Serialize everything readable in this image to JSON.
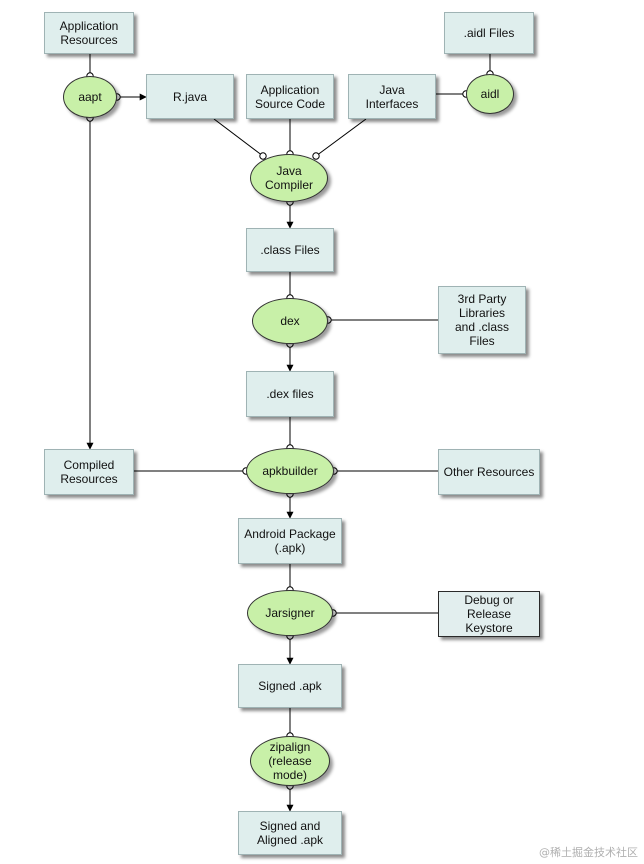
{
  "diagram": {
    "nodes": {
      "app_resources": "Application\nResources",
      "aapt": "aapt",
      "r_java": "R.java",
      "app_source": "Application\nSource Code",
      "java_interfaces": "Java\nInterfaces",
      "aidl_files": ".aidl Files",
      "aidl": "aidl",
      "java_compiler": "Java\nCompiler",
      "class_files": ".class Files",
      "dex": "dex",
      "third_party": "3rd Party\nLibraries\nand .class\nFiles",
      "dex_files": ".dex files",
      "compiled_resources": "Compiled\nResources",
      "apkbuilder": "apkbuilder",
      "other_resources": "Other Resources",
      "android_package": "Android Package\n(.apk)",
      "jarsigner": "Jarsigner",
      "keystore": "Debug or\nRelease\nKeystore",
      "signed_apk": "Signed .apk",
      "zipalign": "zipalign\n(release\nmode)",
      "aligned_apk": "Signed and\nAligned .apk"
    },
    "edges": [
      {
        "from": "app_resources",
        "to": "aapt"
      },
      {
        "from": "aapt",
        "to": "r_java"
      },
      {
        "from": "aapt",
        "to": "compiled_resources"
      },
      {
        "from": "aidl_files",
        "to": "aidl"
      },
      {
        "from": "aidl",
        "to": "java_interfaces"
      },
      {
        "from": "r_java",
        "to": "java_compiler"
      },
      {
        "from": "app_source",
        "to": "java_compiler"
      },
      {
        "from": "java_interfaces",
        "to": "java_compiler"
      },
      {
        "from": "java_compiler",
        "to": "class_files"
      },
      {
        "from": "class_files",
        "to": "dex"
      },
      {
        "from": "third_party",
        "to": "dex"
      },
      {
        "from": "dex",
        "to": "dex_files"
      },
      {
        "from": "dex_files",
        "to": "apkbuilder"
      },
      {
        "from": "compiled_resources",
        "to": "apkbuilder"
      },
      {
        "from": "other_resources",
        "to": "apkbuilder"
      },
      {
        "from": "apkbuilder",
        "to": "android_package"
      },
      {
        "from": "android_package",
        "to": "jarsigner"
      },
      {
        "from": "keystore",
        "to": "jarsigner"
      },
      {
        "from": "jarsigner",
        "to": "signed_apk"
      },
      {
        "from": "signed_apk",
        "to": "zipalign"
      },
      {
        "from": "zipalign",
        "to": "aligned_apk"
      }
    ]
  },
  "watermark": "@稀土掘金技术社区"
}
